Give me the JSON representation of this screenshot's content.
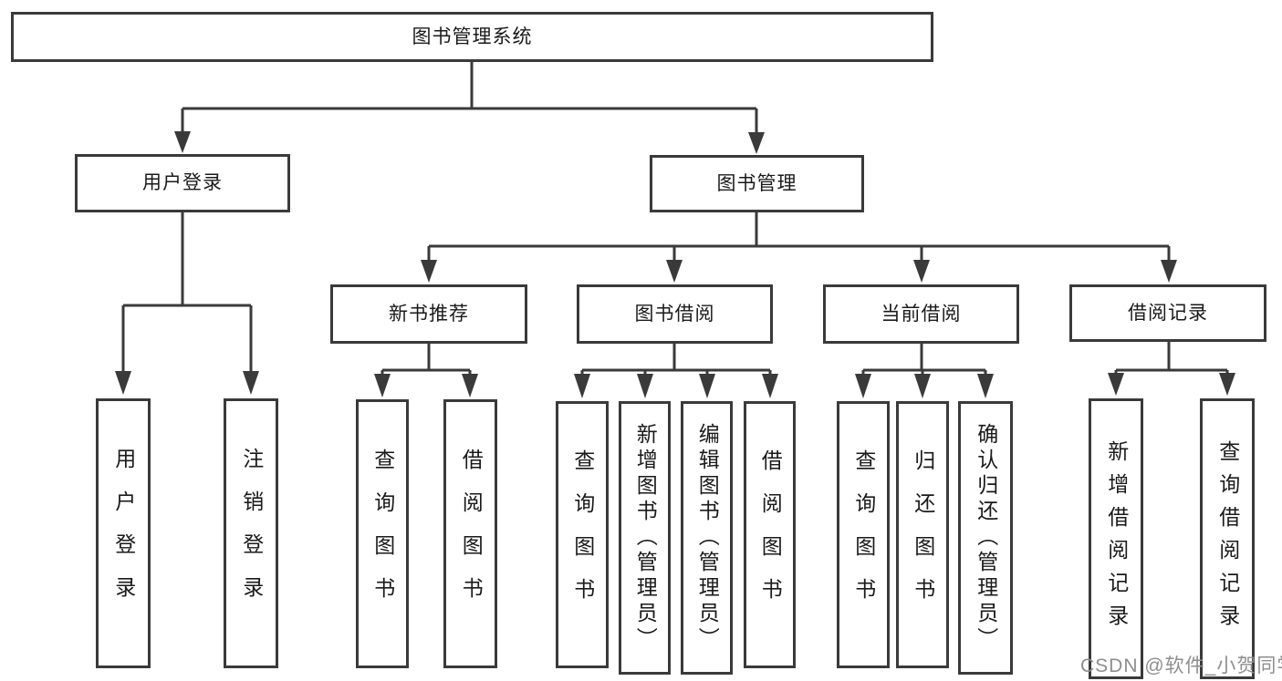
{
  "watermark": "CSDN @软件_小贺同学",
  "colors": {
    "line": "#3a3a3a",
    "box_border": "#3a3a3a",
    "box_bg": "#ffffff",
    "text": "#1a1a1a",
    "watermark": "#8e8e8e"
  },
  "tree": {
    "label": "图书管理系统",
    "children": [
      {
        "label": "用户登录",
        "children": [
          {
            "label": "用户登录"
          },
          {
            "label": "注销登录"
          }
        ]
      },
      {
        "label": "图书管理",
        "children": [
          {
            "label": "新书推荐",
            "children": [
              {
                "label": "查询图书"
              },
              {
                "label": "借阅图书"
              }
            ]
          },
          {
            "label": "图书借阅",
            "children": [
              {
                "label": "查询图书"
              },
              {
                "label": "新增图书（管理员）"
              },
              {
                "label": "编辑图书（管理员）"
              },
              {
                "label": "借阅图书"
              }
            ]
          },
          {
            "label": "当前借阅",
            "children": [
              {
                "label": "查询图书"
              },
              {
                "label": "归还图书"
              },
              {
                "label": "确认归还（管理员）"
              }
            ]
          },
          {
            "label": "借阅记录",
            "children": [
              {
                "label": "新增借阅记录"
              },
              {
                "label": "查询借阅记录"
              }
            ]
          }
        ]
      }
    ]
  }
}
